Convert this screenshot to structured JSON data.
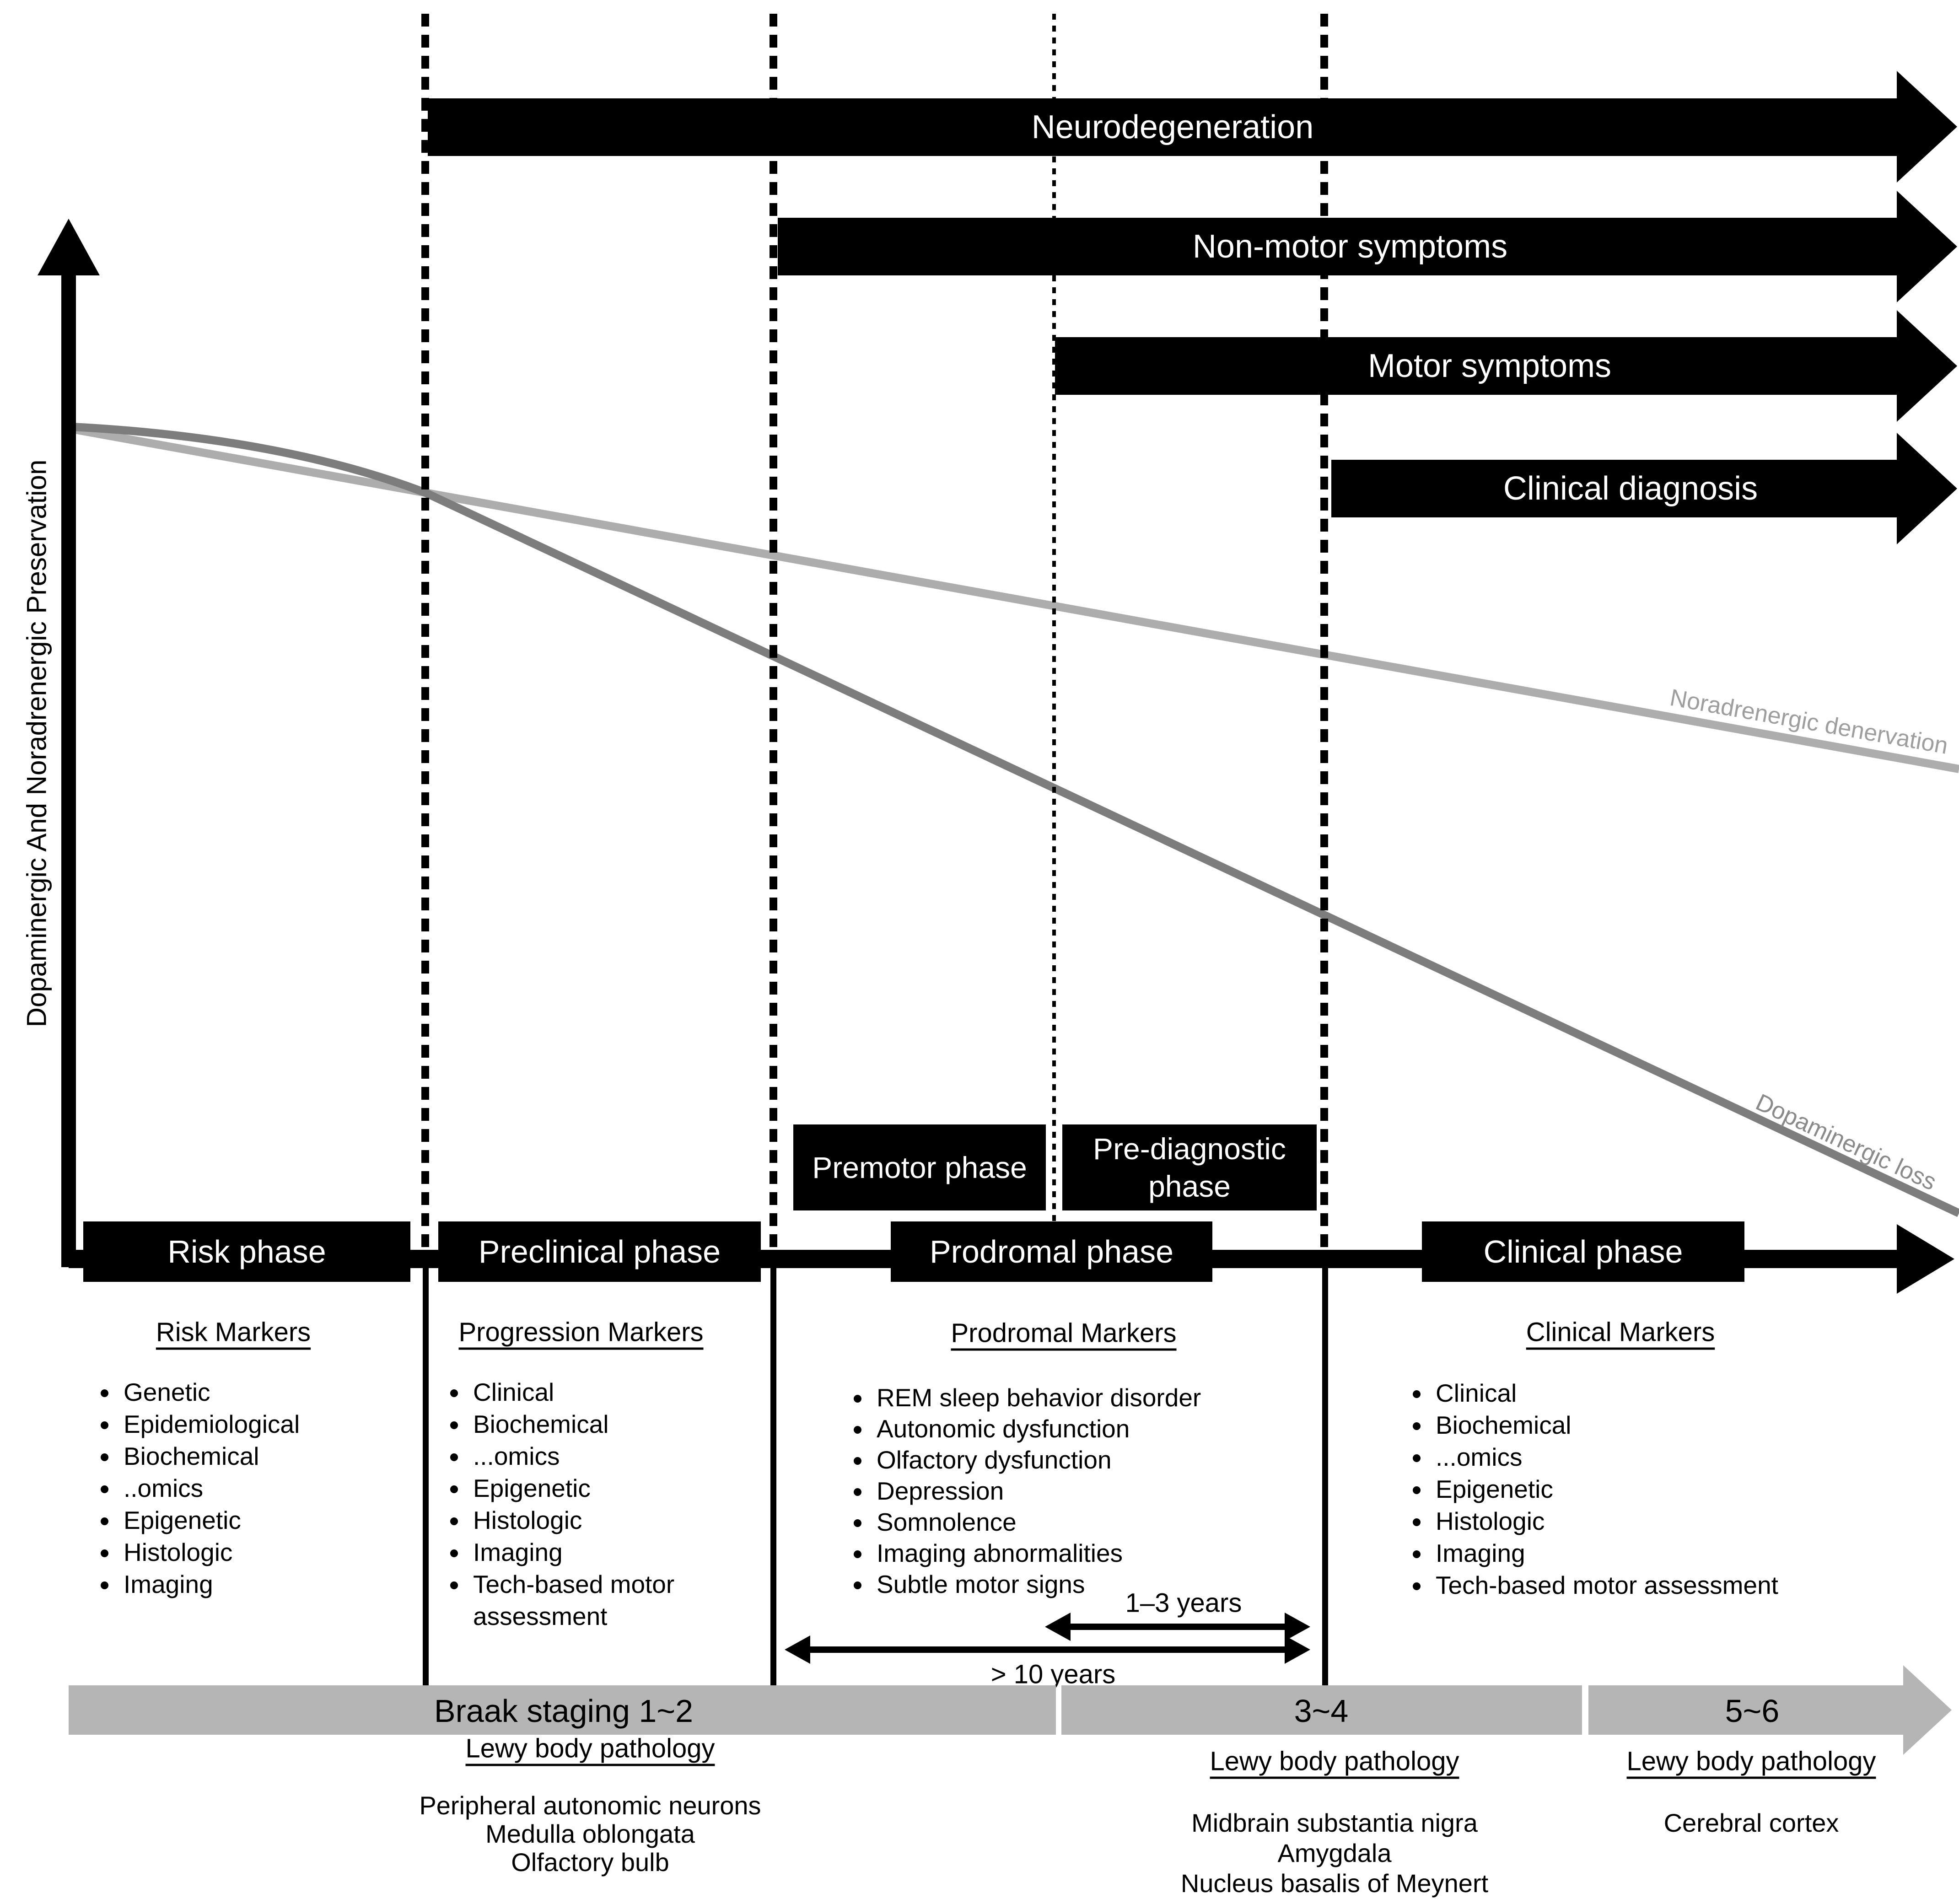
{
  "figure": {
    "y_axis_label": "Dopaminergic And Noradrenergic Preservation",
    "top_arrows": [
      {
        "label": "Neurodegeneration"
      },
      {
        "label": "Non-motor symptoms"
      },
      {
        "label": "Motor symptoms"
      },
      {
        "label": "Clinical diagnosis"
      }
    ],
    "curve_labels": [
      {
        "label": "Noradrenergic denervation"
      },
      {
        "label": "Dopaminergic loss"
      }
    ],
    "sub_phase_boxes": [
      {
        "label": "Premotor phase"
      },
      {
        "label": "Pre-diagnostic phase"
      }
    ],
    "phase_boxes": [
      {
        "label": "Risk phase"
      },
      {
        "label": "Preclinical phase"
      },
      {
        "label": "Prodromal phase"
      },
      {
        "label": "Clinical phase"
      }
    ],
    "marker_columns": [
      {
        "heading": "Risk Markers",
        "items": [
          "Genetic",
          "Epidemiological",
          "Biochemical",
          "..omics",
          "Epigenetic",
          "Histologic",
          "Imaging"
        ]
      },
      {
        "heading": "Progression Markers",
        "items": [
          "Clinical",
          "Biochemical",
          "...omics",
          "Epigenetic",
          "Histologic",
          "Imaging",
          "Tech-based motor assessment"
        ]
      },
      {
        "heading": "Prodromal Markers",
        "items": [
          "REM sleep behavior disorder",
          "Autonomic dysfunction",
          "Olfactory dysfunction",
          "Depression",
          "Somnolence",
          "Imaging abnormalities",
          "Subtle motor signs"
        ]
      },
      {
        "heading": "Clinical Markers",
        "items": [
          "Clinical",
          "Biochemical",
          "...omics",
          "Epigenetic",
          "Histologic",
          "Imaging",
          "Tech-based motor assessment"
        ]
      }
    ],
    "duration_arrows": [
      {
        "label": "1–3 years"
      },
      {
        "label": "> 10 years"
      }
    ],
    "braak_bar": {
      "segments": [
        {
          "label": "Braak staging 1~2"
        },
        {
          "label": "3~4"
        },
        {
          "label": "5~6"
        }
      ]
    },
    "pathology_columns": [
      {
        "heading": "Lewy body pathology",
        "lines": [
          "Peripheral autonomic neurons",
          "Medulla oblongata",
          "Olfactory bulb"
        ]
      },
      {
        "heading": "Lewy body pathology",
        "lines": [
          "Midbrain substantia nigra",
          "Amygdala",
          "Nucleus basalis of Meynert"
        ]
      },
      {
        "heading": "Lewy body pathology",
        "lines": [
          "Cerebral cortex"
        ]
      }
    ],
    "colors": {
      "black": "#000000",
      "braak_gray": "#b5b5b5",
      "noradrenergic_curve": "#adadad",
      "dopaminergic_curve": "#7d7d7d"
    }
  }
}
